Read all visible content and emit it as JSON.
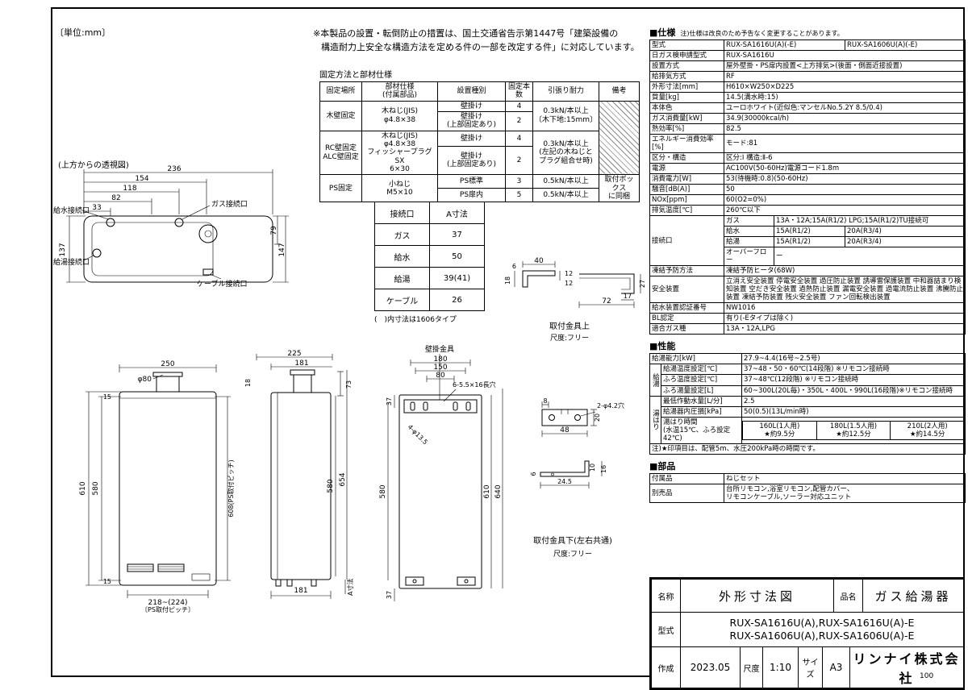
{
  "meta": {
    "unit_note": "〔単位:mm〕",
    "page_number": "100"
  },
  "top_note": {
    "line1": "※本製品の設置・転倒防止の措置は、国土交通省告示第1447号「建築設備の",
    "line2": "構造耐力上安全な構造方法を定める件の一部を改定する件」に対応しています。"
  },
  "fixing_table": {
    "title": "固定方法と部材仕様",
    "headers": {
      "location": "固定場所",
      "material": "部材仕様\n(付属部品)",
      "type": "設置種別",
      "count": "固定本数",
      "strength": "引張り耐力",
      "remarks": "備考"
    },
    "wood": {
      "location": "木壁固定",
      "material": "木ねじ(JIS)\nφ4.8×38",
      "type1": "壁掛け",
      "count1": "4",
      "type2": "壁掛け\n(上部固定あり)",
      "count2": "2",
      "strength": "0.3kN/本以上\n〔木下地:15mm〕"
    },
    "rc": {
      "location": "RC壁固定\nALC壁固定",
      "material": "木ねじ(JIS)\nφ4.8×38\nフィッシャープラグSX\n6×30",
      "type1": "壁掛け",
      "count1": "4",
      "type2": "壁掛け\n(上部固定あり)",
      "count2": "2",
      "strength": "0.3kN/本以上\n(左記の木ねじと\nプラグ組合せ時)"
    },
    "ps": {
      "location": "PS固定",
      "material": "小ねじ\nM5×10",
      "type1": "PS標準",
      "count1": "3",
      "strength1": "0.5kN/本以上",
      "type2": "PS扉内",
      "count2": "5",
      "strength2": "0.5kN/本以上",
      "remarks": "取付ボックス\nに同梱"
    }
  },
  "connection_table": {
    "col1": "接続口",
    "col2": "A寸法",
    "rows": [
      {
        "label": "ガス",
        "value": "37"
      },
      {
        "label": "給水",
        "value": "50"
      },
      {
        "label": "給湯",
        "value": "39(41)"
      },
      {
        "label": "ケーブル",
        "value": "26"
      }
    ],
    "note": "(　)内寸法は1606タイプ"
  },
  "spec": {
    "title": "■仕様",
    "note": "注)仕様は改良のため予告なく変更することがあります。",
    "model": {
      "label": "型式",
      "a": "RUX-SA1616U(A)(-E)",
      "b": "RUX-SA1606U(A)(-E)"
    },
    "rows": [
      {
        "label": "日ガス検申請型式",
        "value": "RUX-SA1616U"
      },
      {
        "label": "設置方式",
        "value": "屋外壁掛・PS扉内設置<上方排気>(後面・側面近接設置)"
      },
      {
        "label": "給排気方式",
        "value": "RF"
      },
      {
        "label": "外形寸法[mm]",
        "value": "H610×W250×D225"
      },
      {
        "label": "質量[kg]",
        "value": "14.5(満水時:15)"
      },
      {
        "label": "本体色",
        "value": "ユーロホワイト(近似色:マンセルNo.5.2Y 8.5/0.4)"
      },
      {
        "label": "ガス消費量[kW]",
        "value": "34.9(30000kcal/h)"
      },
      {
        "label": "熱効率[%]",
        "value": "82.5"
      },
      {
        "label": "エネルギー消費効率[%]",
        "value": "モード:81"
      },
      {
        "label": "区分・構造",
        "value": "区分:Ⅰ 構造:Ⅱ-6"
      },
      {
        "label": "電源",
        "value": "AC100V(50-60Hz)電源コード1.8m"
      },
      {
        "label": "消費電力[W]",
        "value": "53(待機時:0.8)(50-60Hz)"
      },
      {
        "label": "騒音[dB(A)]",
        "value": "50"
      },
      {
        "label": "NOx[ppm]",
        "value": "60(O2=0%)"
      },
      {
        "label": "排気温度[℃]",
        "value": "260℃以下"
      }
    ],
    "connections": {
      "label": "接続口",
      "gas_label": "ガス",
      "gas": "13A・12A;15A(R1/2) LPG;15A(R1/2)TU接続可",
      "water_label": "給水",
      "water_a": "15A(R1/2)",
      "water_b": "20A(R3/4)",
      "hot_label": "給湯",
      "hot_a": "15A(R1/2)",
      "hot_b": "20A(R3/4)",
      "overflow_label": "オーバーフロー",
      "overflow": "ー"
    },
    "rows2": [
      {
        "label": "凍結予防方法",
        "value": "凍結予防ヒータ(68W)"
      },
      {
        "label": "安全装置",
        "value": "立消え安全装置 停電安全装置 過圧防止装置 誘導雷保護装置 中和器詰まり検知装置 空だき安全装置 過熱防止装置 漏電安全装置 過電流防止装置 沸騰防止装置 凍結予防装置 残火安全装置 ファン回転検出装置"
      },
      {
        "label": "給水装置認証番号",
        "value": "NW1016"
      },
      {
        "label": "BL認定",
        "value": "有り(-Eタイプは除く)"
      },
      {
        "label": "適合ガス種",
        "value": "13A・12A,LPG"
      }
    ]
  },
  "performance": {
    "title": "■性能",
    "capacity_label": "給湯能力[kW]",
    "capacity": "27.9~4.4(16号~2.5号)",
    "group1": "給湯",
    "temp_label": "給湯温度設定[℃]",
    "temp": "37~48・50・60℃(14段階) ※リモコン接続時",
    "bath_temp_label": "ふろ温度設定[℃]",
    "bath_temp": "37~48℃(12段階) ※リモコン接続時",
    "bath_vol_label": "ふろ湯量設定[L]",
    "bath_vol": "60~300L(20L毎)・350L・400L・990L(16段階)※リモコン接続時",
    "group2": "湯はり",
    "min_flow_label": "最低作動水量[L/分]",
    "min_flow": "2.5",
    "pressure_label": "給湯器内圧損[kPa]",
    "pressure": "50(0.5)(13L/min時)",
    "fill_label": "湯はり時間\n(水温15℃、ふろ設定42℃)",
    "fill_cols": [
      "160L(1人用)\n★約9.5分",
      "180L(1.5人用)\n★約12.5分",
      "210L(2人用)\n★約14.5分"
    ],
    "note": "注)★印項目は、配管5m、水圧200kPa時の時間です。"
  },
  "parts": {
    "title": "■部品",
    "rows": [
      {
        "label": "付属品",
        "value": "ねじセット"
      },
      {
        "label": "別売品",
        "value": "台所リモコン,浴室リモコン,配管カバー、\nリモコンケーブル,ソーラー対応ユニット"
      }
    ]
  },
  "title_block": {
    "name_label": "名称",
    "name": "外形寸法図",
    "item_label": "品名",
    "item": "ガス給湯器",
    "model_label": "型式",
    "model_line1": "RUX-SA1616U(A),RUX-SA1616U(A)-E",
    "model_line2": "RUX-SA1606U(A),RUX-SA1606U(A)-E",
    "created_label": "作成",
    "created": "2023.05",
    "scale_label": "尺度",
    "scale": "1:10",
    "size_label": "サイズ",
    "size": "A3",
    "company": "リンナイ株式会社"
  },
  "drawings": {
    "top_view": {
      "caption": "(上方からの透視図)",
      "d236": "236",
      "d154": "154",
      "d118": "118",
      "d82": "82",
      "d33": "33",
      "d137": "137",
      "d79": "79",
      "d147": "147",
      "water": "給水接続口",
      "gas": "ガス接続口",
      "hot": "給湯接続口",
      "cable": "ケーブル接続口"
    },
    "front_view": {
      "d250": "250",
      "dphi80": "φ80",
      "d15t": "15",
      "d580": "580",
      "d15b": "15",
      "d610": "610",
      "d608": "608(PS取付ピッチ)",
      "d218": "218~(224)",
      "dps": "〔PS取付ピッチ〕"
    },
    "side_view": {
      "d225": "225",
      "d181t": "181",
      "d18": "18",
      "d73": "73",
      "d580": "580",
      "d654": "654",
      "d181b": "181",
      "da": "A寸法"
    },
    "rear_view": {
      "bracket": "壁掛金具",
      "d180": "180",
      "d150": "150",
      "d80": "80",
      "d37t": "37",
      "slot": "6-5.5×16長穴",
      "holes": "4-φ13.5",
      "d580": "580",
      "d610": "610",
      "d640": "640",
      "d37b": "37"
    },
    "bracket_upper": {
      "caption": "取付金具上",
      "scale": "尺度:フリー",
      "d40": "40",
      "d12a": "12",
      "d12b": "12",
      "d6": "6",
      "d18": "18",
      "d27": "27",
      "d72": "72",
      "d17": "17"
    },
    "bracket_lower": {
      "caption": "取付金具下(左右共通)",
      "scale": "尺度:フリー",
      "d8": "8",
      "holes": "2-φ4.2穴",
      "d20": "20",
      "d48": "48",
      "d6": "6",
      "d10": "10",
      "d16": "16",
      "d245": "24.5"
    }
  }
}
